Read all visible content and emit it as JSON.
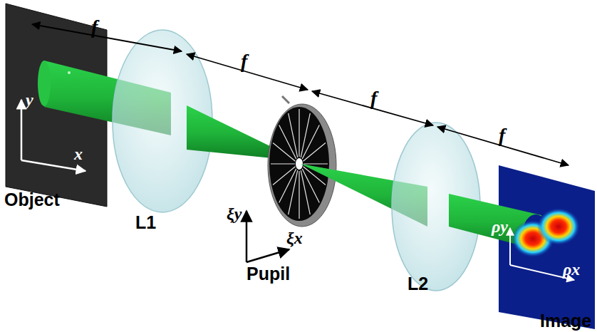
{
  "diagram": {
    "labels": [
      "f",
      "f",
      "f",
      "f",
      "y",
      "x",
      "Object",
      "L1",
      "ξy",
      "ξx",
      "Pupil",
      "L2",
      "ρy",
      "ρx",
      "Image"
    ]
  }
}
